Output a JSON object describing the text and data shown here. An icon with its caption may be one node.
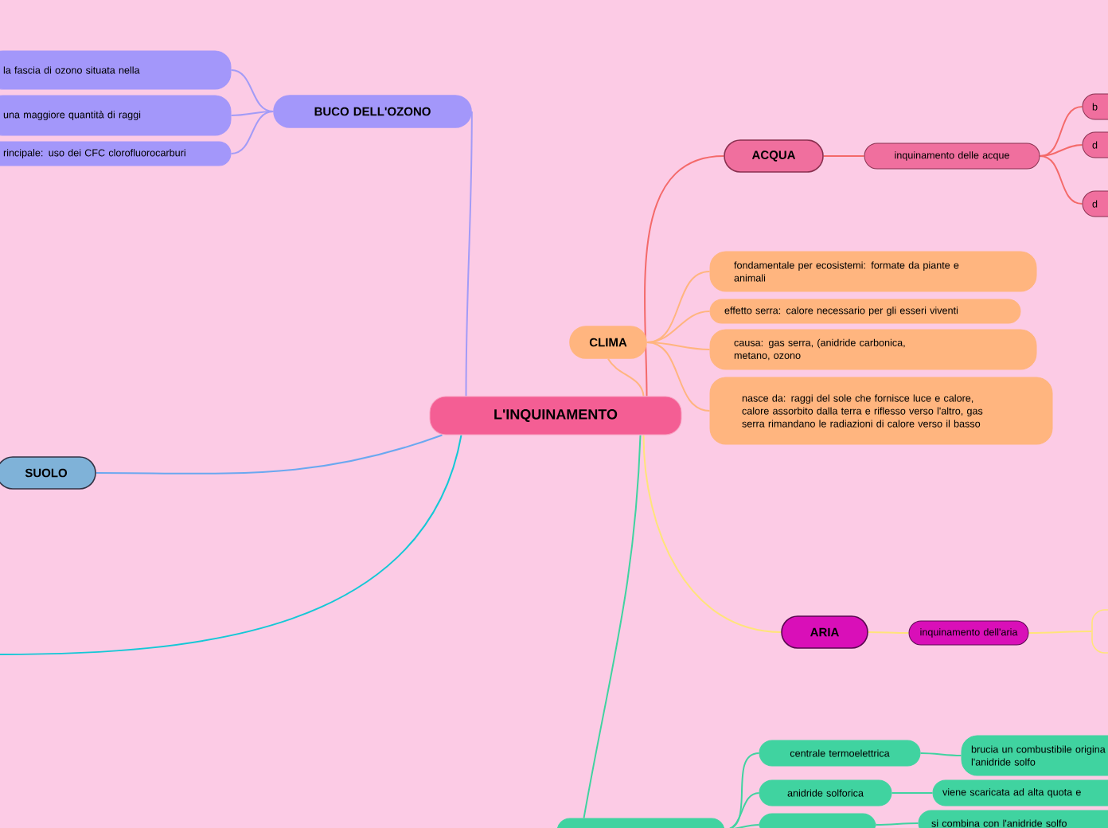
{
  "diagram": {
    "nodes": [
      {
        "text": [
          "L'INQUINAMENTO"
        ]
      },
      {
        "text": [
          "BUCO DELL'OZONO"
        ]
      },
      {
        "text": [
          "la fascia di ozono situata nella"
        ]
      },
      {
        "text": [
          "una maggiore quantità di raggi"
        ]
      },
      {
        "text": [
          "rincipale: uso dei CFC clorofluorocarburi"
        ]
      },
      {
        "text": [
          "ACQUA"
        ]
      },
      {
        "text": [
          "inquinamento delle acque"
        ]
      },
      {
        "text": [
          "b"
        ]
      },
      {
        "text": [
          "d"
        ]
      },
      {
        "text": [
          "d"
        ]
      },
      {
        "text": [
          "CLIMA"
        ]
      },
      {
        "text": [
          "fondamentale per ecosistemi: formate da piante e animali"
        ]
      },
      {
        "text": [
          "effetto serra: calore necessario per gli esseri viventi"
        ]
      },
      {
        "text": [
          "causa: gas serra, (anidride carbonica, metano, ozono"
        ]
      },
      {
        "text": [
          "nasce da: raggi del sole che fornisce luce e calore, calore assorbito dalla terra e riflesso verso l'altro, gas serra rimandano le radiazioni di calore verso il basso"
        ]
      },
      {
        "text": [
          "SUOLO"
        ]
      },
      {
        "text": [
          "ARIA"
        ]
      },
      {
        "text": [
          "inquinamento dell'aria"
        ]
      },
      {
        "text": [],
        "shape": "box"
      },
      {
        "text": [],
        "shape": "box"
      },
      {
        "text": [
          "centrale termoelettrica"
        ]
      },
      {
        "text": [
          "anidride solforica"
        ]
      },
      {
        "text": [],
        "shape": "box"
      },
      {
        "text": [
          "brucia un combustibile origina l'anidride solfo"
        ]
      },
      {
        "text": [
          "viene scaricata ad alta quota e"
        ]
      },
      {
        "text": [
          "si combina con l'anidride solfo"
        ]
      }
    ],
    "edges": [
      {
        "from": 0,
        "to": 1,
        "arrow": "none",
        "color": "#a29bf7"
      },
      {
        "from": 1,
        "to": 2,
        "arrow": "none",
        "color": "#a29bf7"
      },
      {
        "from": 1,
        "to": 3,
        "arrow": "none",
        "color": "#a29bf7"
      },
      {
        "from": 1,
        "to": 4,
        "arrow": "none",
        "color": "#a29bf7"
      },
      {
        "from": 0,
        "to": 5,
        "arrow": "none",
        "color": "#f46a6a"
      },
      {
        "from": 5,
        "to": 6,
        "arrow": "none",
        "color": "#f46a6a"
      },
      {
        "from": 6,
        "to": 7,
        "arrow": "none",
        "color": "#f46a6a"
      },
      {
        "from": 6,
        "to": 8,
        "arrow": "none",
        "color": "#f46a6a"
      },
      {
        "from": 6,
        "to": 9,
        "arrow": "none",
        "color": "#f46a6a"
      },
      {
        "from": 0,
        "to": 10,
        "arrow": "none",
        "color": "#ffb57f"
      },
      {
        "from": 10,
        "to": 11,
        "arrow": "none",
        "color": "#ffb57f"
      },
      {
        "from": 10,
        "to": 12,
        "arrow": "none",
        "color": "#ffb57f"
      },
      {
        "from": 10,
        "to": 13,
        "arrow": "none",
        "color": "#ffb57f"
      },
      {
        "from": 10,
        "to": 14,
        "arrow": "none",
        "color": "#ffb57f"
      },
      {
        "from": 0,
        "to": 15,
        "arrow": "none",
        "color": "#6aa8f0"
      },
      {
        "from": 0,
        "to": null,
        "arrow": "none",
        "color": "#14c8d6"
      },
      {
        "from": 0,
        "to": 16,
        "arrow": "none",
        "color": "#ffe47a"
      },
      {
        "from": 16,
        "to": 17,
        "arrow": "none",
        "color": "#ffe47a"
      },
      {
        "from": 17,
        "to": 18,
        "arrow": "none",
        "color": "#ffe47a"
      },
      {
        "from": 0,
        "to": 19,
        "arrow": "none",
        "color": "#40d3a0"
      },
      {
        "from": 19,
        "to": 20,
        "arrow": "none",
        "color": "#40d3a0"
      },
      {
        "from": 19,
        "to": 21,
        "arrow": "none",
        "color": "#40d3a0"
      },
      {
        "from": 19,
        "to": 22,
        "arrow": "none",
        "color": "#40d3a0"
      },
      {
        "from": 20,
        "to": 23,
        "arrow": "none",
        "color": "#40d3a0"
      },
      {
        "from": 21,
        "to": 24,
        "arrow": "none",
        "color": "#40d3a0"
      },
      {
        "from": 22,
        "to": 25,
        "arrow": "none",
        "color": "#40d3a0"
      }
    ]
  }
}
